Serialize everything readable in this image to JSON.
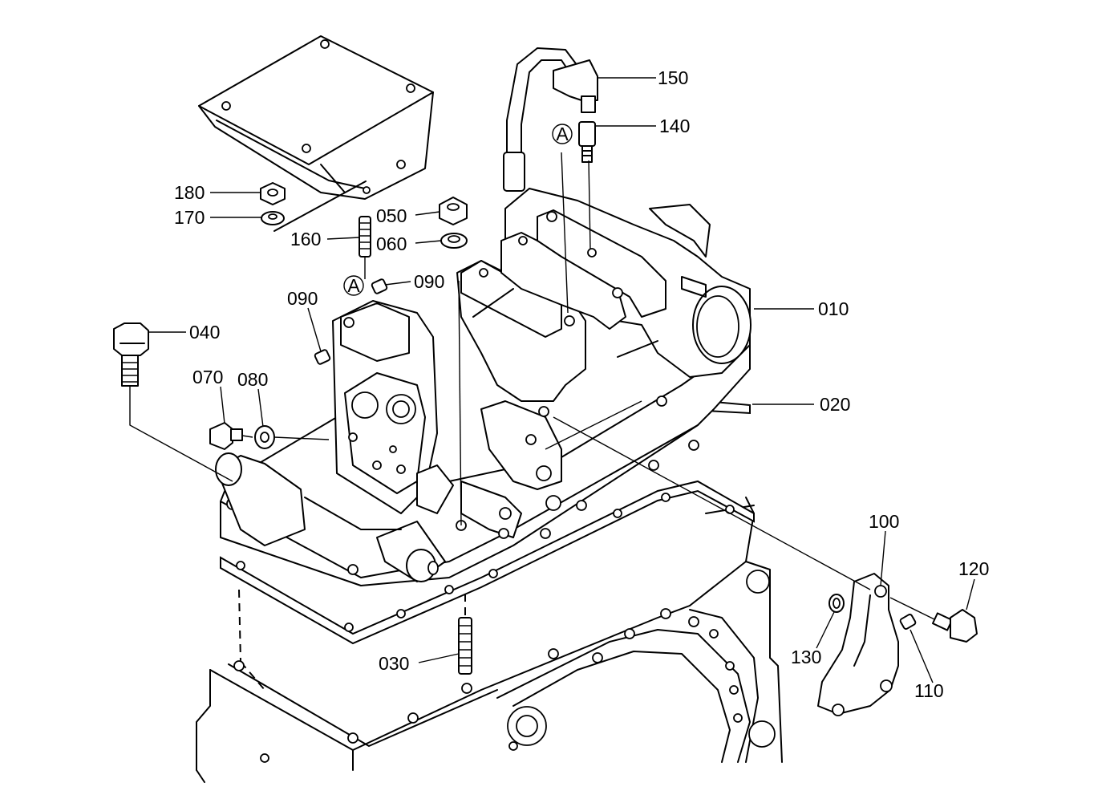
{
  "diagram": {
    "part_labels": [
      {
        "id": "p010",
        "text": "010"
      },
      {
        "id": "p020",
        "text": "020"
      },
      {
        "id": "p030",
        "text": "030"
      },
      {
        "id": "p040",
        "text": "040"
      },
      {
        "id": "p050",
        "text": "050"
      },
      {
        "id": "p060",
        "text": "060"
      },
      {
        "id": "p070",
        "text": "070"
      },
      {
        "id": "p080",
        "text": "080"
      },
      {
        "id": "p090a",
        "text": "090"
      },
      {
        "id": "p090b",
        "text": "090"
      },
      {
        "id": "p100",
        "text": "100"
      },
      {
        "id": "p110",
        "text": "110"
      },
      {
        "id": "p120",
        "text": "120"
      },
      {
        "id": "p130",
        "text": "130"
      },
      {
        "id": "p140",
        "text": "140"
      },
      {
        "id": "p150",
        "text": "150"
      },
      {
        "id": "p160",
        "text": "160"
      },
      {
        "id": "p170",
        "text": "170"
      },
      {
        "id": "p180",
        "text": "180"
      }
    ],
    "reference_markers": [
      {
        "id": "markerA1",
        "text": "A"
      },
      {
        "id": "markerA2",
        "text": "A"
      }
    ],
    "colors": {
      "line": "#000000",
      "background": "#ffffff"
    }
  }
}
